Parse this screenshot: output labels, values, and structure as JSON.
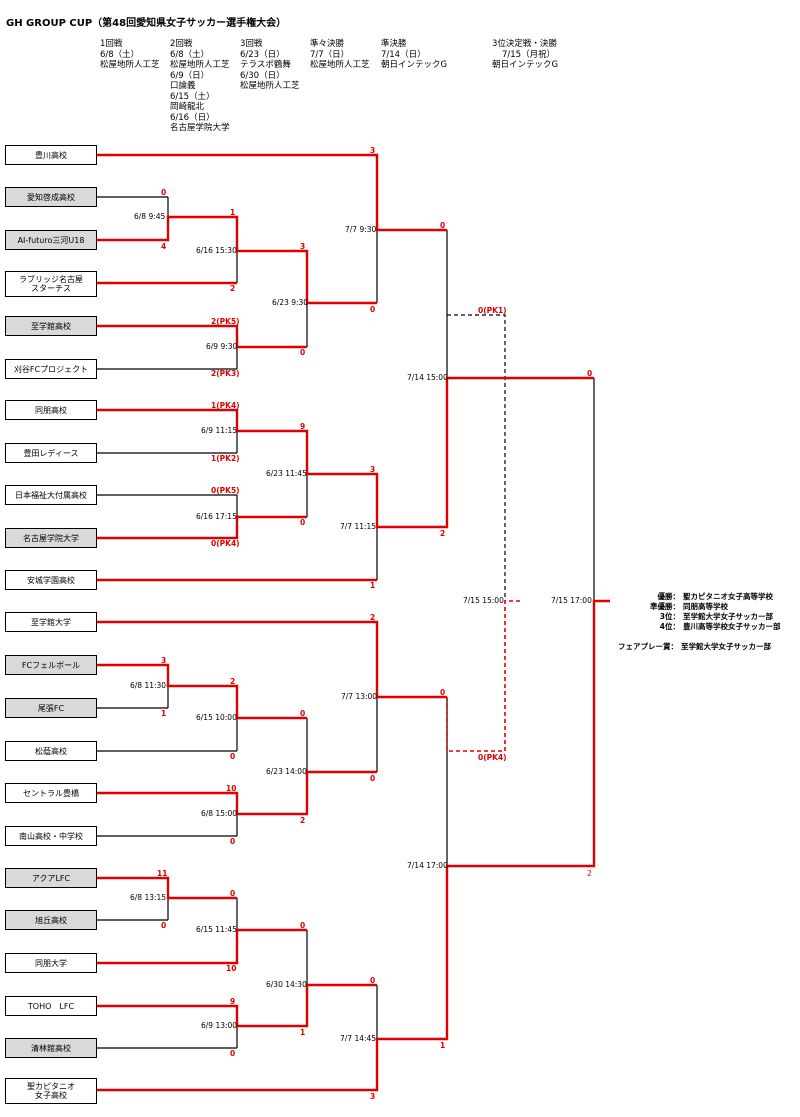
{
  "title": "GH GROUP CUP（第48回愛知県女子サッカー選手権大会）",
  "rounds": [
    {
      "name": "1回戦",
      "lines": [
        "6/8（土）",
        "松屋地所人工芝"
      ]
    },
    {
      "name": "2回戦",
      "lines": [
        "6/8（土）",
        "松屋地所人工芝",
        "6/9（日）",
        "口論義",
        "6/15（土）",
        "岡崎龍北",
        "6/16（日）",
        "名古屋学院大学"
      ]
    },
    {
      "name": "3回戦",
      "lines": [
        "6/23（日）",
        "テラスポ鶴舞",
        "6/30（日）",
        "松屋地所人工芝"
      ]
    },
    {
      "name": "準々決勝",
      "lines": [
        "7/7（日）",
        "松屋地所人工芝"
      ]
    },
    {
      "name": "準決勝",
      "lines": [
        "7/14（日）",
        "朝日インテックG"
      ]
    },
    {
      "name": "3位決定戦・決勝",
      "lines": [
        "7/15（月祝）",
        "朝日インテックG"
      ]
    }
  ],
  "teams": [
    {
      "name": "豊川高校",
      "seed": false
    },
    {
      "name": "愛知啓成高校",
      "seed": true
    },
    {
      "name": "AI-futuro三河U18",
      "seed": true
    },
    {
      "name": "ラブリッジ名古屋\nスターチス",
      "seed": false
    },
    {
      "name": "至学館高校",
      "seed": true
    },
    {
      "name": "刈谷FCプロジェクト",
      "seed": false
    },
    {
      "name": "同朋高校",
      "seed": false
    },
    {
      "name": "豊田レディース",
      "seed": false
    },
    {
      "name": "日本福祉大付属高校",
      "seed": false
    },
    {
      "name": "名古屋学院大学",
      "seed": true
    },
    {
      "name": "安城学園高校",
      "seed": false
    },
    {
      "name": "至学館大学",
      "seed": false
    },
    {
      "name": "FCフェルボール",
      "seed": true
    },
    {
      "name": "尾張FC",
      "seed": true
    },
    {
      "name": "松蔭高校",
      "seed": false
    },
    {
      "name": "セントラル豊橋",
      "seed": false
    },
    {
      "name": "南山高校・中学校",
      "seed": false
    },
    {
      "name": "アクアLFC",
      "seed": true
    },
    {
      "name": "旭丘高校",
      "seed": true
    },
    {
      "name": "同朋大学",
      "seed": false
    },
    {
      "name": "TOHO　LFC",
      "seed": false
    },
    {
      "name": "清林館高校",
      "seed": true
    },
    {
      "name": "聖カピタニオ\n女子高校",
      "seed": false
    }
  ],
  "matches": [
    {
      "id": "r1-1",
      "time": "6/8 9:45",
      "top": "0",
      "bottom": "4"
    },
    {
      "id": "r2-1",
      "time": "6/16 15:30",
      "top": "1",
      "bottom": "2"
    },
    {
      "id": "r2-2",
      "time": "6/9 9:30",
      "top": "2(PK5)",
      "bottom": "2(PK3)"
    },
    {
      "id": "r2-3",
      "time": "6/9 11:15",
      "top": "1(PK4)",
      "bottom": "1(PK2)"
    },
    {
      "id": "r2-4",
      "time": "6/16 17:15",
      "top": "0(PK5)",
      "bottom": "0(PK4)"
    },
    {
      "id": "r3-1",
      "time": "6/23 9:30",
      "top": "3",
      "bottom": "0"
    },
    {
      "id": "r3-2",
      "time": "6/23 11:45",
      "top": "9",
      "bottom": "0"
    },
    {
      "id": "qf-1",
      "time": "7/7 9:30",
      "top": "3",
      "bottom": "0"
    },
    {
      "id": "qf-2",
      "time": "7/7 11:15",
      "top": "3",
      "bottom": "1"
    },
    {
      "id": "sf-1",
      "time": "7/14 15:00",
      "top": "0",
      "bottom": "2"
    },
    {
      "id": "r1-2",
      "time": "6/8 11:30",
      "top": "3",
      "bottom": "1"
    },
    {
      "id": "r2-5",
      "time": "6/15 10:00",
      "top": "2",
      "bottom": "0"
    },
    {
      "id": "r2-6",
      "time": "6/8 15:00",
      "top": "10",
      "bottom": "0"
    },
    {
      "id": "r3-3",
      "time": "6/23 14:00",
      "top": "0",
      "bottom": "2"
    },
    {
      "id": "qf-3",
      "time": "7/7 13:00",
      "top": "2",
      "bottom": "0"
    },
    {
      "id": "r1-3",
      "time": "6/8 13:15",
      "top": "11",
      "bottom": "0"
    },
    {
      "id": "r2-7",
      "time": "6/15 11:45",
      "top": "0",
      "bottom": "10"
    },
    {
      "id": "r2-8",
      "time": "6/9 13:00",
      "top": "9",
      "bottom": "0"
    },
    {
      "id": "r3-4",
      "time": "6/30 14:30",
      "top": "0",
      "bottom": "1"
    },
    {
      "id": "qf-4",
      "time": "7/7 14:45",
      "top": "0",
      "bottom": "3"
    },
    {
      "id": "sf-2",
      "time": "7/14 17:00",
      "top": "0",
      "bottom": "1"
    },
    {
      "id": "third",
      "time": "7/15 15:00",
      "top": "0(PK1)",
      "bottom": "0(PK4)"
    },
    {
      "id": "final",
      "time": "7/15 17:00",
      "top": "0",
      "bottom": "2"
    }
  ],
  "results": [
    {
      "label": "優勝：",
      "team": "聖カピタニオ女子高等学校"
    },
    {
      "label": "準優勝：",
      "team": "同朋高等学校"
    },
    {
      "label": "3位：",
      "team": "至学館大学女子サッカー部"
    },
    {
      "label": "4位：",
      "team": "豊川高等学校女子サッカー部"
    }
  ],
  "fairplay": {
    "label": "フェアプレー賞：",
    "team": "至学館大学女子サッカー部"
  },
  "colors": {
    "winner_line": "#e00000",
    "loser_line": "#000000"
  }
}
